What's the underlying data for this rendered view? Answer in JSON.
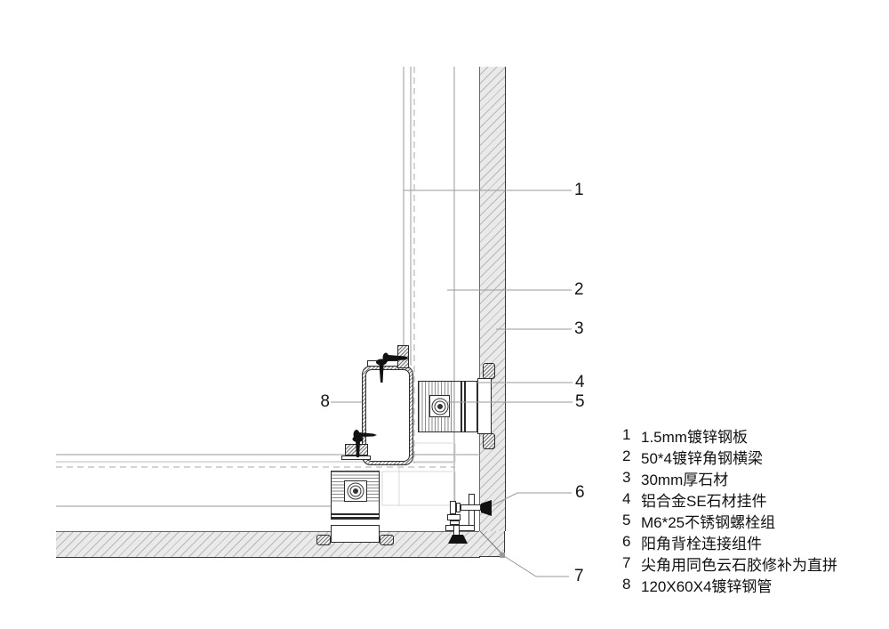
{
  "legend": {
    "items": [
      {
        "num": "1",
        "text": "1.5mm镀锌钢板"
      },
      {
        "num": "2",
        "text": "50*4镀锌角钢横梁"
      },
      {
        "num": "3",
        "text": "30mm厚石材"
      },
      {
        "num": "4",
        "text": "铝合金SE石材挂件"
      },
      {
        "num": "5",
        "text": "M6*25不锈钢螺栓组"
      },
      {
        "num": "6",
        "text": "阳角背栓连接组件"
      },
      {
        "num": "7",
        "text": "尖角用同色云石胶修补为直拼"
      },
      {
        "num": "8",
        "text": "120X60X4镀锌钢管"
      }
    ]
  },
  "colors": {
    "background": "#ffffff",
    "stone_fill": "#eaeaea",
    "component_line": "#2b2b2b",
    "construction_line": "#9a9a9a",
    "text": "#111111"
  }
}
